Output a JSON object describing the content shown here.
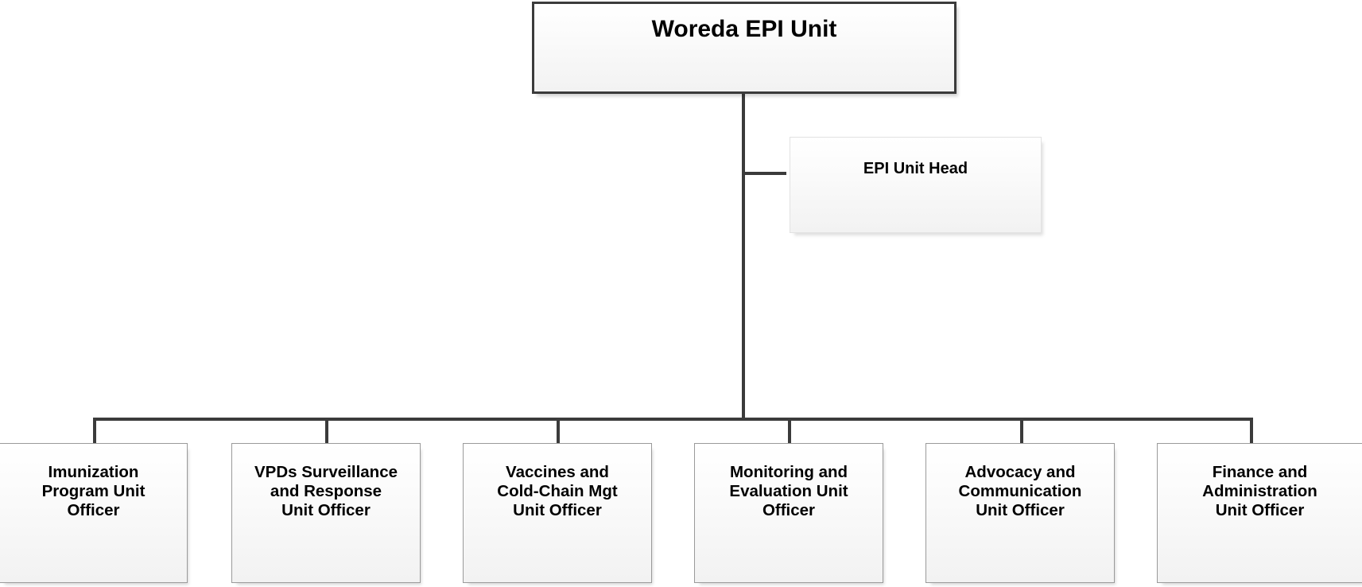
{
  "chart": {
    "type": "organizational-chart",
    "title": "Woreda EPI Unit organizational structure",
    "root": {
      "label": "Woreda EPI Unit"
    },
    "staff": {
      "label": "EPI Unit  Head"
    },
    "units": [
      {
        "label": "Imunization\nProgram Unit\nOfficer"
      },
      {
        "label": "VPDs Surveillance\nand Response\nUnit Officer"
      },
      {
        "label": "Vaccines and\nCold-Chain Mgt\nUnit Officer"
      },
      {
        "label": "Monitoring and\nEvaluation Unit\nOfficer"
      },
      {
        "label": "Advocacy and\nCommunication\nUnit Officer"
      },
      {
        "label": "Finance and\nAdministration\nUnit Officer"
      }
    ],
    "colors": {
      "box_fill_top": "#ffffff",
      "box_fill_bottom": "#f2f2f2",
      "root_border": "#3b3b3b",
      "leaf_border": "#9a9a9a",
      "staff_border": "#e2e2e2",
      "connector": "#3b3b3b",
      "text": "#000000",
      "background": "#ffffff"
    }
  }
}
